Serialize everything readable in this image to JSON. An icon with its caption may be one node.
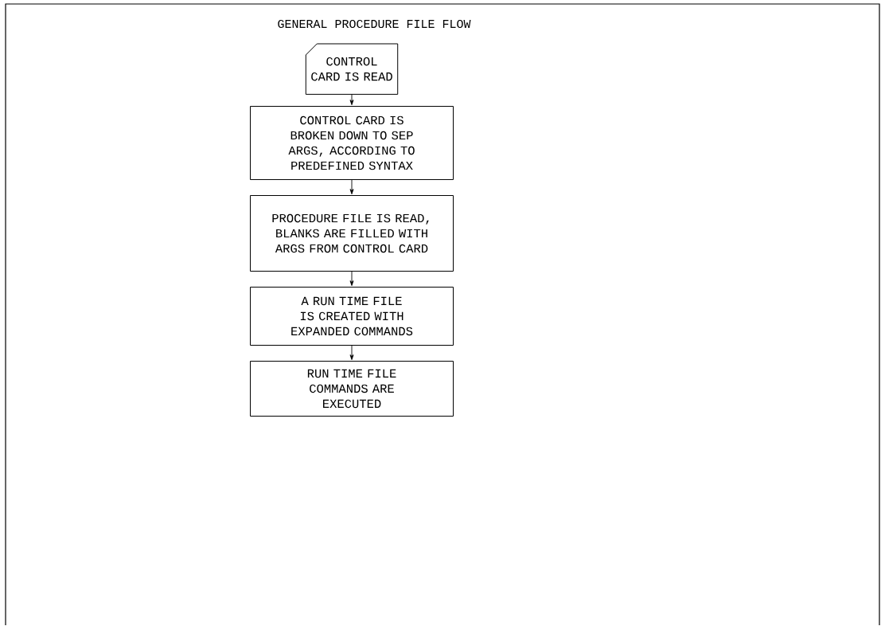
{
  "diagram": {
    "title": "GENERAL PROCEDURE FILE FLOW",
    "nodes": [
      {
        "text": [
          "CONTROL CARD IS READ"
        ]
      },
      {
        "text": [
          "CONTROL CARD IS BROKEN DOWN TO SEP ARGS, ACCORDING TO PREDEFINED SYNTAX"
        ]
      },
      {
        "text": [
          "PROCEDURE FILE IS READ, BLANKS ARE FILLED WITH ARGS FROM CONTROL CARD"
        ]
      },
      {
        "text": [
          "A RUN TIME FILE IS CREATED WITH EXPANDED COMMANDS"
        ]
      },
      {
        "text": [
          "RUN TIME FILE COMMANDS ARE EXECUTED"
        ]
      }
    ],
    "edges": [
      {
        "from": 0,
        "to": 1,
        "arrow": "to"
      },
      {
        "from": 1,
        "to": 2,
        "arrow": "to"
      },
      {
        "from": 2,
        "to": 3,
        "arrow": "to"
      },
      {
        "from": 3,
        "to": 4,
        "arrow": "to"
      }
    ]
  }
}
